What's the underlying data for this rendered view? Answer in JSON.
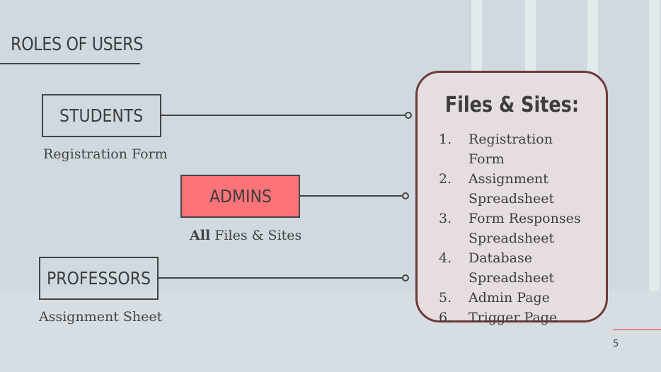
{
  "slide": {
    "title": "ROLES OF USERS",
    "page_number": "5"
  },
  "roles": [
    {
      "label": "STUDENTS",
      "caption": "Registration Form",
      "fill": "none"
    },
    {
      "label": "ADMINS",
      "caption_bold": "All",
      "caption": "Files & Sites",
      "fill": "#ff7478"
    },
    {
      "label": "PROFESSORS",
      "caption": "Assignment Sheet",
      "fill": "none"
    }
  ],
  "panel": {
    "title": "Files & Sites:",
    "items": [
      {
        "num": "1.",
        "text": "Registration Form"
      },
      {
        "num": "2.",
        "text": "Assignment Spreadsheet"
      },
      {
        "num": "3.",
        "text": "Form Responses Spreadsheet"
      },
      {
        "num": "4.",
        "text": "Database Spreadsheet"
      },
      {
        "num": "5.",
        "text": "Admin Page"
      },
      {
        "num": "6.",
        "text": "Trigger Page"
      }
    ]
  },
  "colors": {
    "background": "#cfd9df",
    "admin_fill": "#ff7478",
    "panel_border": "#6e3b3b",
    "panel_fill": "#e6dde1",
    "accent": "#e8868a"
  }
}
